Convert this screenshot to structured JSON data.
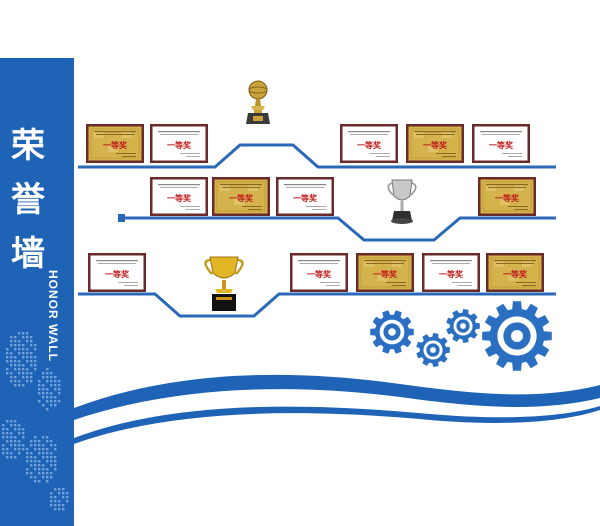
{
  "wall": {
    "title_cn_chars": [
      "荣",
      "誉",
      "墙"
    ],
    "title_en": "HONOR WALL"
  },
  "colors": {
    "brand_blue": "#1e63b6",
    "line_blue": "#2a68b8",
    "gear_blue": "#2a6fc2",
    "frame_brown": "#6b2a2a",
    "gold": "#d4b24c"
  },
  "plaques": [
    {
      "row": 1,
      "style": "gold",
      "award": "一等奖"
    },
    {
      "row": 1,
      "style": "white",
      "award": "一等奖"
    },
    {
      "row": 1,
      "style": "white",
      "award": "一等奖"
    },
    {
      "row": 1,
      "style": "gold",
      "award": "一等奖"
    },
    {
      "row": 1,
      "style": "white",
      "award": "一等奖"
    },
    {
      "row": 2,
      "style": "white",
      "award": "一等奖"
    },
    {
      "row": 2,
      "style": "gold",
      "award": "一等奖"
    },
    {
      "row": 2,
      "style": "white",
      "award": "一等奖"
    },
    {
      "row": 2,
      "style": "gold",
      "award": "一等奖"
    },
    {
      "row": 3,
      "style": "white",
      "award": "一等奖"
    },
    {
      "row": 3,
      "style": "white",
      "award": "一等奖"
    },
    {
      "row": 3,
      "style": "gold",
      "award": "一等奖"
    },
    {
      "row": 3,
      "style": "white",
      "award": "一等奖"
    },
    {
      "row": 3,
      "style": "gold",
      "award": "一等奖"
    }
  ],
  "trophies": [
    {
      "type": "gold-sphere-trophy"
    },
    {
      "type": "silver-cup-trophy"
    },
    {
      "type": "gold-cup-trophy"
    }
  ],
  "gears": [
    "gear-icon",
    "gear-icon",
    "gear-icon",
    "gear-icon"
  ]
}
